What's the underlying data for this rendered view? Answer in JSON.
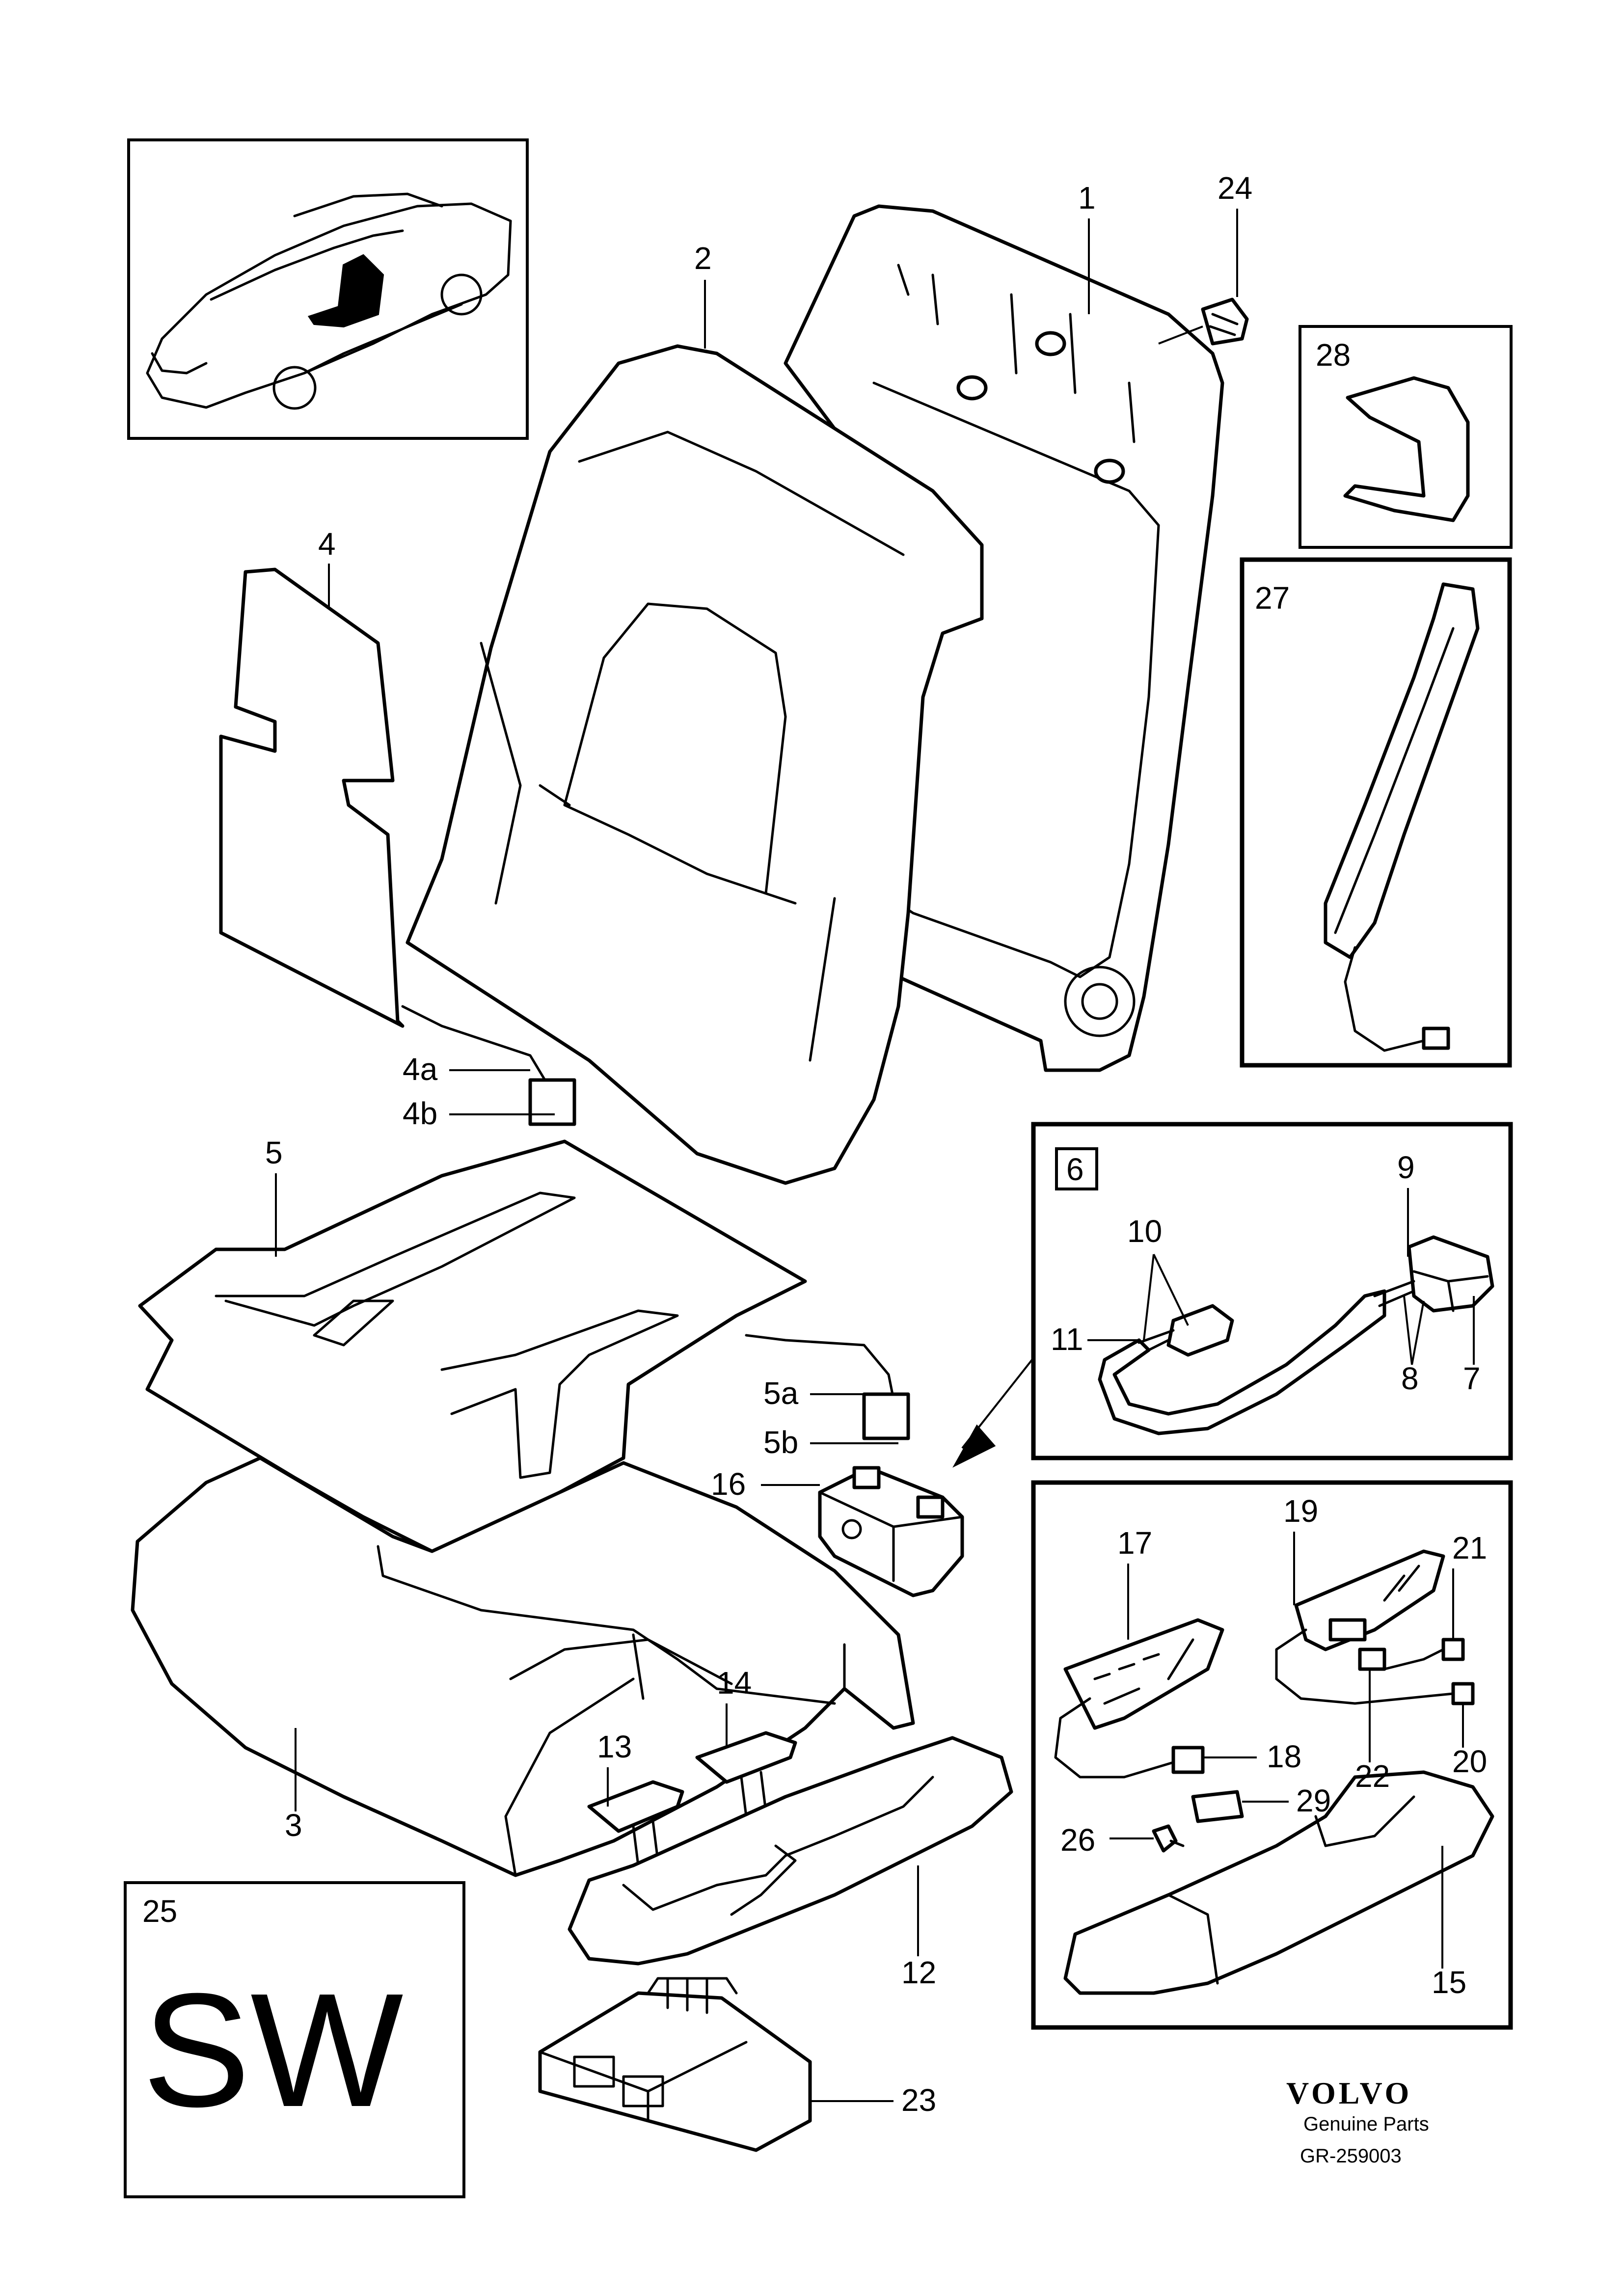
{
  "labels": {
    "l1": "1",
    "l2": "2",
    "l3": "3",
    "l4": "4",
    "l4a": "4a",
    "l4b": "4b",
    "l5": "5",
    "l5a": "5a",
    "l5b": "5b",
    "l6": "6",
    "l7": "7",
    "l8": "8",
    "l9": "9",
    "l10": "10",
    "l11": "11",
    "l12": "12",
    "l13": "13",
    "l14": "14",
    "l15": "15",
    "l16": "16",
    "l17": "17",
    "l18": "18",
    "l19": "19",
    "l20": "20",
    "l21": "21",
    "l22": "22",
    "l23": "23",
    "l24": "24",
    "l25": "25",
    "l26": "26",
    "l27": "27",
    "l28": "28",
    "l29": "29"
  },
  "sw_box": {
    "text": "SW"
  },
  "brand": {
    "logo": "VOLVO",
    "subtitle": "Genuine Parts",
    "code": "GR-259003"
  }
}
